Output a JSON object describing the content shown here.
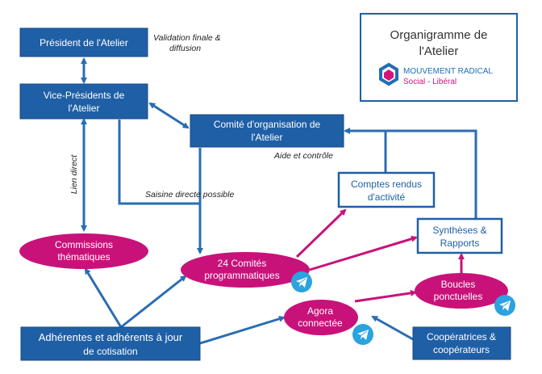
{
  "title_box": {
    "title_line1": "Organigramme de",
    "title_line2": "l'Atelier",
    "logo_line1": "MOUVEMENT RADICAL",
    "logo_line2": "Social - Libéral",
    "logo_blue": "#1f6fb5",
    "logo_magenta": "#d4147d"
  },
  "colors": {
    "blue_fill": "#1f5fa6",
    "blue_line": "#2a6db3",
    "magenta_fill": "#c8127a",
    "magenta_line": "#c8127a",
    "telegram": "#2aa3df"
  },
  "nodes": {
    "president": "Président de l'Atelier",
    "vice_line1": "Vice-Présidents de",
    "vice_line2": "l'Atelier",
    "comite_line1": "Comité d'organisation de",
    "comite_line2": "l'Atelier",
    "comptes_line1": "Comptes rendus",
    "comptes_line2": "d'activité",
    "syntheses_line1": "Synthèses &",
    "syntheses_line2": "Rapports",
    "commissions_line1": "Commissions",
    "commissions_line2": "thématiques",
    "comites24_line1": "24 Comités",
    "comites24_line2": "programmatiques",
    "boucles_line1": "Boucles",
    "boucles_line2": "ponctuelles",
    "agora_line1": "Agora",
    "agora_line2": "connectée",
    "adherents_line1": "Adhérentes et adhérents à jour",
    "adherents_line2": "de cotisation",
    "cooperateurs_line1": "Coopératrices &",
    "cooperateurs_line2": "coopérateurs"
  },
  "annotations": {
    "validation_line1": "Validation finale &",
    "validation_line2": "diffusion",
    "lien_direct": "Lien direct",
    "aide_controle": "Aide et contrôle",
    "saisine": "Saisine directe possible"
  },
  "icons": [
    "telegram-icon"
  ]
}
